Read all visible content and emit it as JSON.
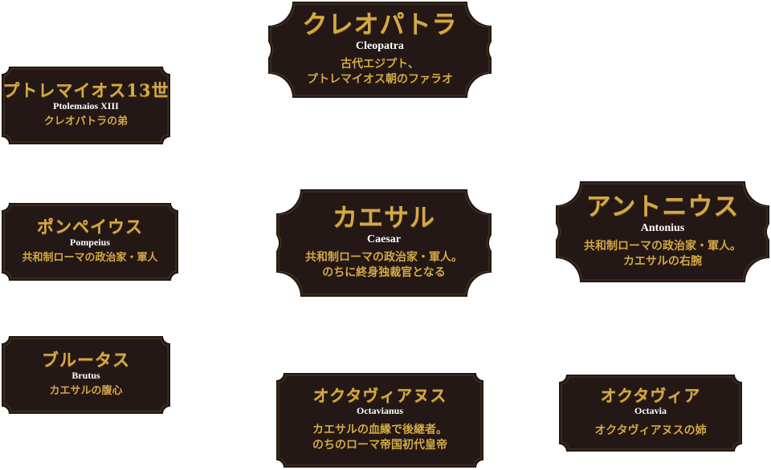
{
  "colors": {
    "card_bg": "#231815",
    "gold": "#d4a845",
    "latin": "#ffffff"
  },
  "cards": {
    "cleopatra": {
      "name": "クレオパトラ",
      "latin": "Cleopatra",
      "desc": [
        "古代エジプト、",
        "プトレマイオス朝のファラオ"
      ]
    },
    "ptolemy": {
      "name": "プトレマイオス13世",
      "latin": "Ptolemaios XIII",
      "desc": [
        "クレオパトラの弟"
      ]
    },
    "pompey": {
      "name": "ポンペイウス",
      "latin": "Pompeius",
      "desc": [
        "共和制ローマの政治家・軍人"
      ]
    },
    "caesar": {
      "name": "カエサル",
      "latin": "Caesar",
      "desc": [
        "共和制ローマの政治家・軍人。",
        "のちに終身独裁官となる"
      ]
    },
    "antonius": {
      "name": "アントニウス",
      "latin": "Antonius",
      "desc": [
        "共和制ローマの政治家・軍人。",
        "カエサルの右腕"
      ]
    },
    "brutus": {
      "name": "ブルータス",
      "latin": "Brutus",
      "desc": [
        "カエサルの腹心"
      ]
    },
    "octavianus": {
      "name": "オクタヴィアヌス",
      "latin": "Octavianus",
      "desc": [
        "カエサルの血縁で後継者。",
        "のちのローマ帝国初代皇帝"
      ]
    },
    "octavia": {
      "name": "オクタヴィア",
      "latin": "Octavia",
      "desc": [
        "オクタヴィアヌスの姉"
      ]
    }
  }
}
